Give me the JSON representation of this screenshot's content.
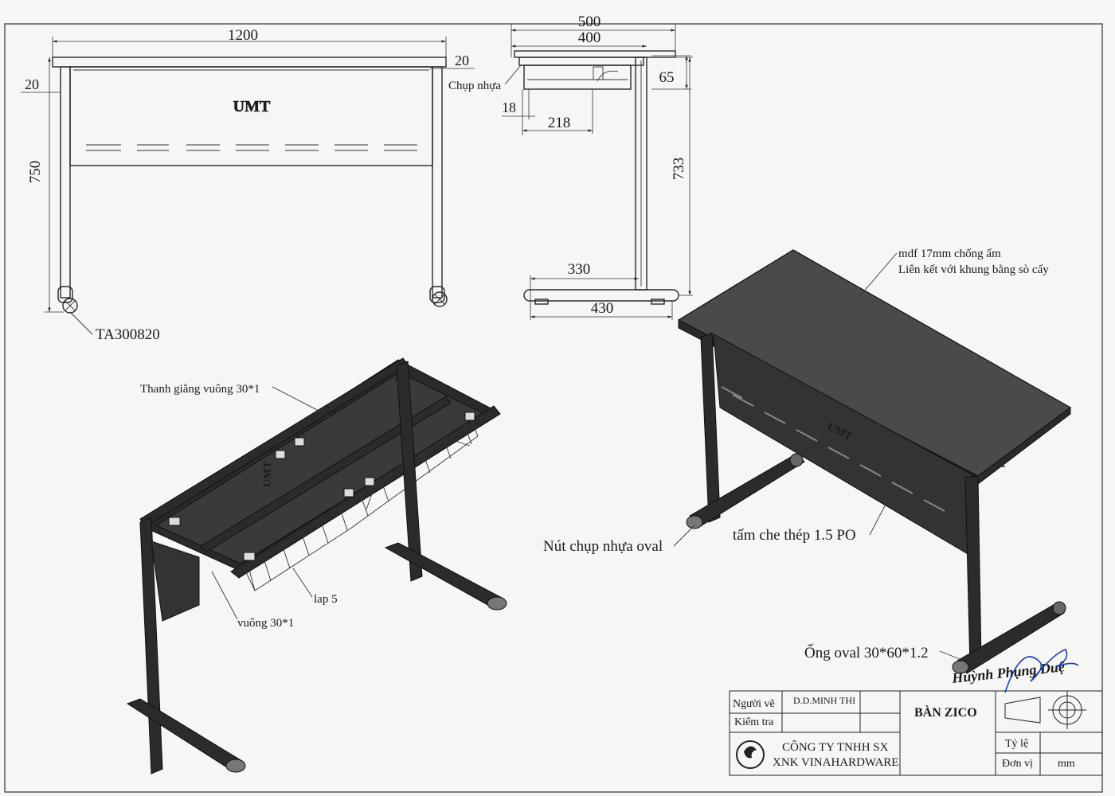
{
  "front_view": {
    "width": "1200",
    "left_offset": "20",
    "right_offset": "20",
    "height": "750",
    "brand": "UMT",
    "foot_code": "TA300820"
  },
  "side_view": {
    "overall_depth": "500",
    "inner_depth": "400",
    "cap_label": "Chụp nhựa",
    "top_gap": "65",
    "offset_18": "18",
    "tray_218": "218",
    "leg_height": "733",
    "foot_inner": "330",
    "foot_outer": "430"
  },
  "iso_frame": {
    "crossbar": "Thanh giằng vuông 30*1",
    "square_tube": "vuông 30*1",
    "flat_bar": "lap 5",
    "brand": "UMT"
  },
  "iso_desk": {
    "top_note_1": "mdf 17mm chống ẩm",
    "top_note_2": "Liên kết với khung bằng sò cấy",
    "end_cap": "Nút chụp nhựa oval",
    "modesty_panel": "tấm che thép 1.5 PO",
    "oval_tube": "Ống oval 30*60*1.2",
    "brand": "UMT"
  },
  "title_block": {
    "drawn_by_label": "Người vẽ",
    "drawn_by": "D.D.MINH THI",
    "checked_label": "Kiểm tra",
    "product": "BÀN ZICO",
    "company_1": "CÔNG TY TNHH SX",
    "company_2": "XNK VINAHARDWARE",
    "scale_label": "Tỷ lệ",
    "unit_label": "Đơn vị",
    "unit": "mm",
    "signature": "Huỳnh Phụng Duệ"
  }
}
